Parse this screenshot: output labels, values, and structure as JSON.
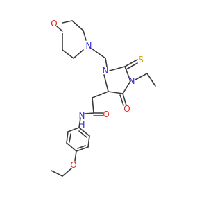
{
  "molecule": {
    "atoms": {
      "morpholine_o": "O",
      "morpholine_n": "N",
      "ring_n1": "N",
      "ring_n3": "N",
      "thione_s": "S",
      "ketone_o": "O",
      "amide_o": "O",
      "amide_nh": "N\nH",
      "ether_o": "O"
    },
    "colors": {
      "bond": "#3a3a3a",
      "nitrogen": "#2b2bd6",
      "oxygen": "#e0281b",
      "sulfur": "#c9a400"
    }
  }
}
